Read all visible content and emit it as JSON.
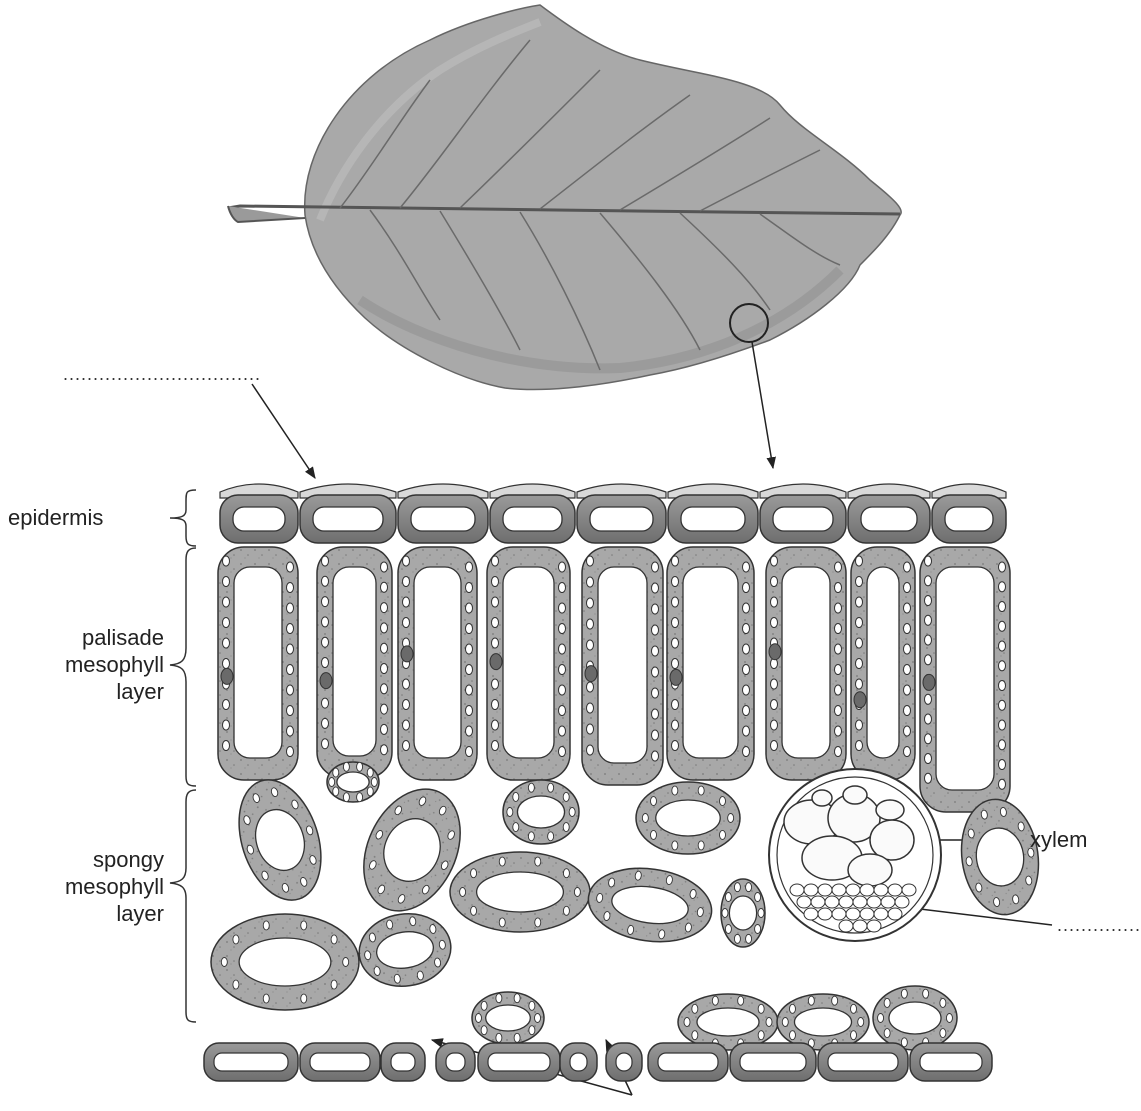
{
  "labels": {
    "epidermis": "epidermis",
    "palisade": [
      "palisade",
      "mesophyll",
      "layer"
    ],
    "spongy": [
      "spongy",
      "mesophyll",
      "layer"
    ],
    "xylem": "xylem"
  },
  "blanks": {
    "top_left": ".................................",
    "right": "..............."
  },
  "colors": {
    "leaf": "#a9a9a9",
    "cell_fill": "#a6a6a6",
    "epidermis_cell": "#8a8a8a",
    "cuticle": "#d9d9d9",
    "outline": "#333333"
  }
}
